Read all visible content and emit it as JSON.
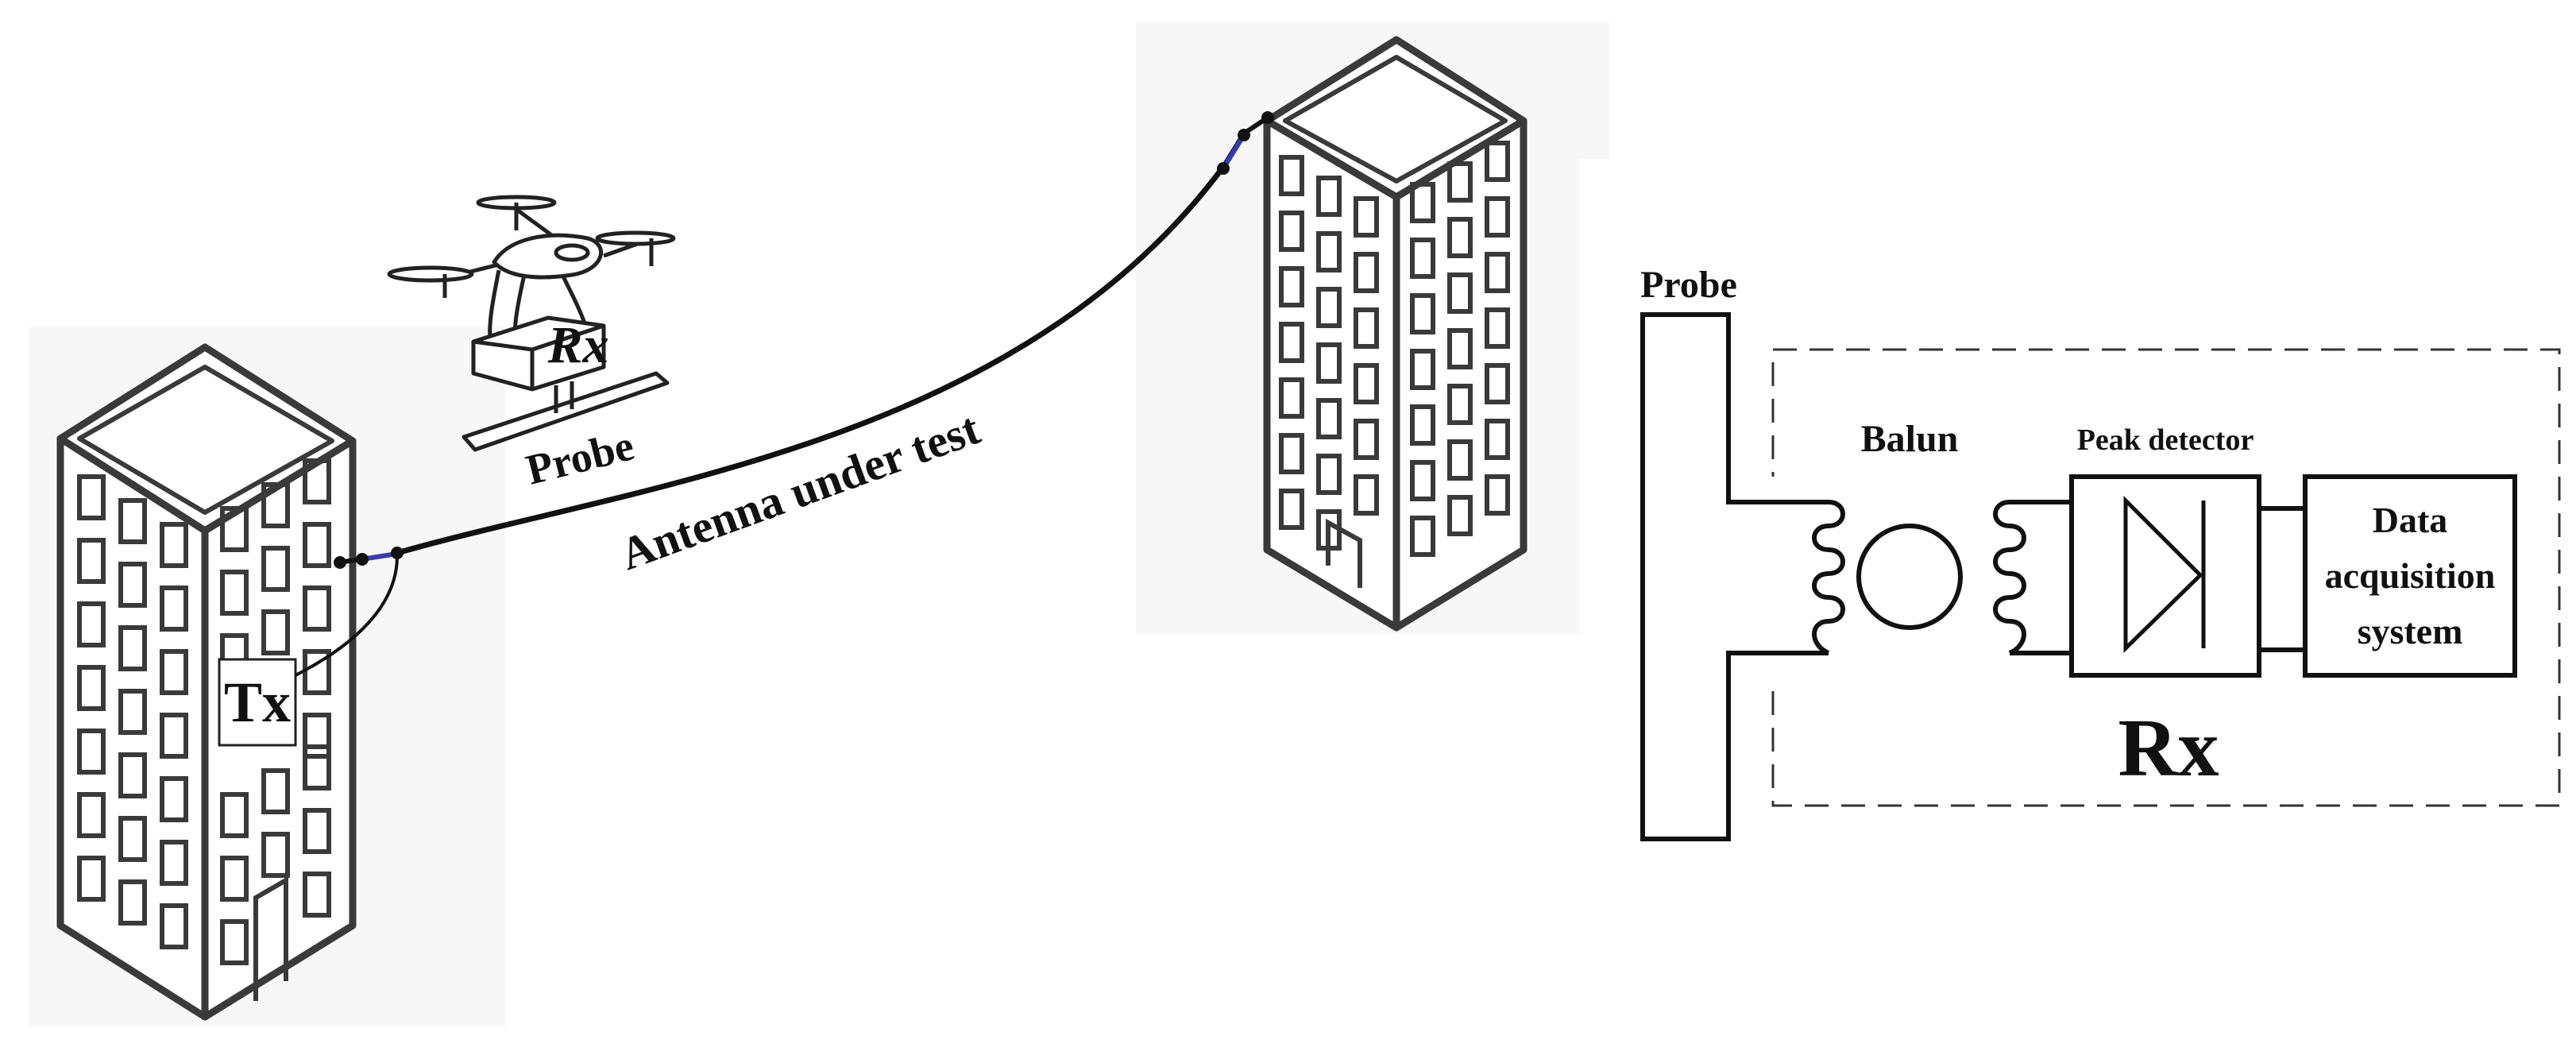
{
  "labels": {
    "tx": "Tx",
    "rx_drone": "Rx",
    "probe_drone": "Probe",
    "antenna": "Antenna under test",
    "probe_block": "Probe",
    "balun": "Balun",
    "peak_detector": "Peak detector",
    "data_acq_line1": "Data",
    "data_acq_line2": "acquisition",
    "data_acq_line3": "system",
    "rx_block": "Rx"
  },
  "colors": {
    "ink": "#111111",
    "building_stroke": "#3a3a3a",
    "building_bg": "#f7f7f7",
    "feed": "#3b3bb0"
  }
}
